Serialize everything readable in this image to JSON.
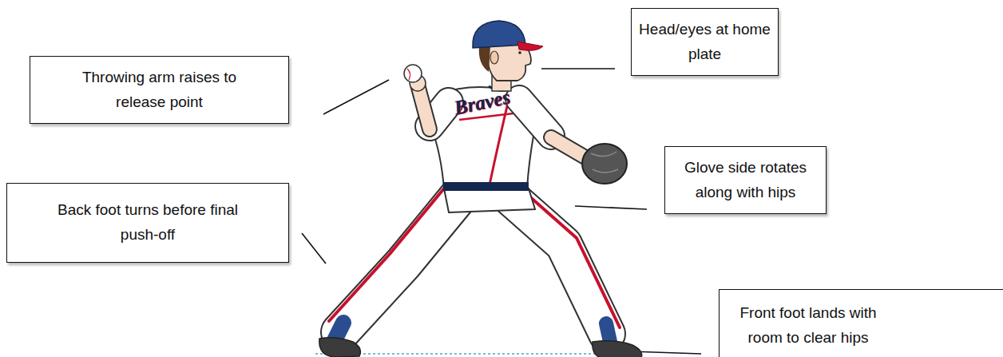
{
  "diagram": {
    "nodes": [
      {
        "text": [
          "Head/eyes at home plate"
        ]
      },
      {
        "text": [
          "Throwing arm raises to release point"
        ]
      },
      {
        "text": [
          "Glove side rotates along with hips"
        ]
      },
      {
        "text": [
          "Back foot turns before final push-off"
        ]
      },
      {
        "text": [
          "Front foot lands with room to clear hips"
        ]
      }
    ],
    "labels": [
      "Braves"
    ]
  }
}
